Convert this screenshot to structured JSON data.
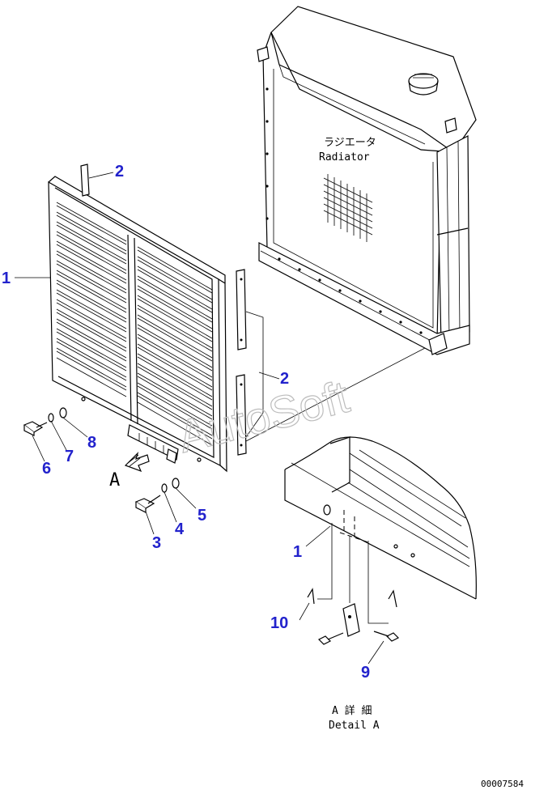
{
  "radiator": {
    "label_jp": "ラジエータ",
    "label_en": "Radiator"
  },
  "view_marker": "A",
  "detail": {
    "label_jp": "A 詳 細",
    "label_en": "Detail A"
  },
  "watermark": "AutoSoft",
  "doc_number": "00007584",
  "callouts": {
    "grille_main": "1",
    "bracket_top": "2",
    "bracket_side": "2",
    "bolt_lower": "3",
    "washer_lower": "4",
    "washer_flat_lower": "5",
    "bolt_upper": "6",
    "washer_upper": "7",
    "washer_flat_upper": "8",
    "grille_detail": "1",
    "bolt_detail": "9",
    "pin_detail": "10"
  },
  "colors": {
    "callout": "#2222cc",
    "line": "#000000",
    "watermark": "#bdbdbd"
  }
}
